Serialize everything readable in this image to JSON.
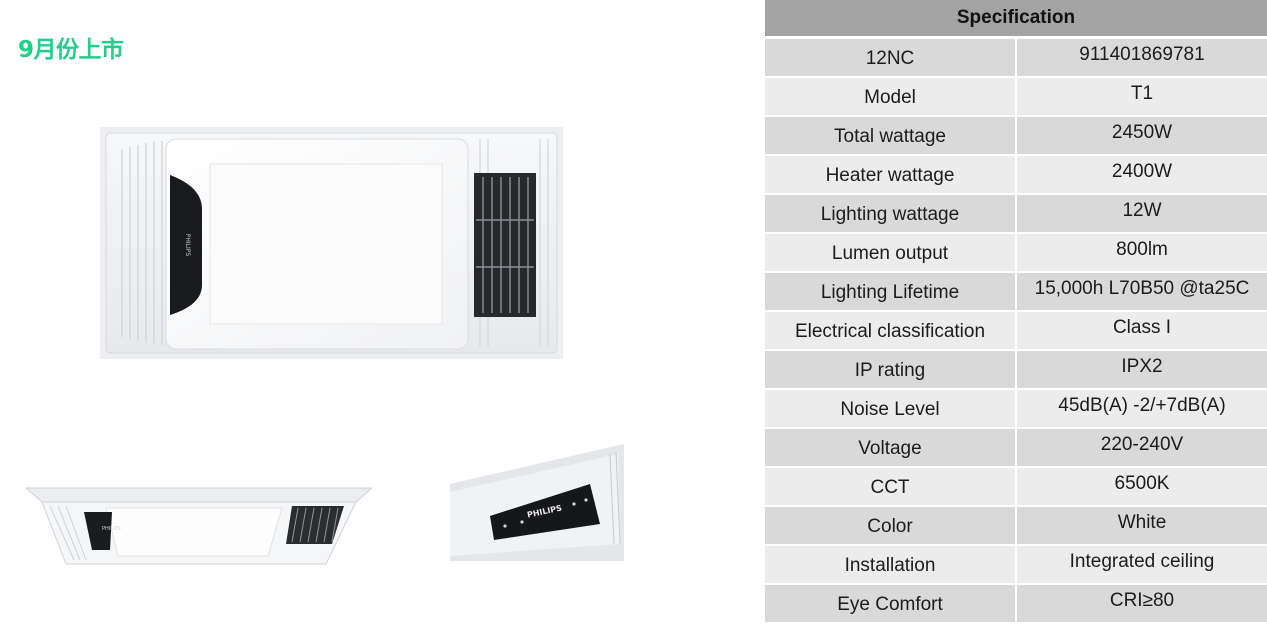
{
  "headline": "9月份上市",
  "images": {
    "brand": "PHILIPS"
  },
  "spec": {
    "title": "Specification",
    "rows": [
      {
        "label": "12NC",
        "value": "911401869781"
      },
      {
        "label": "Model",
        "value": "T1"
      },
      {
        "label": "Total wattage",
        "value": "2450W"
      },
      {
        "label": "Heater wattage",
        "value": "2400W"
      },
      {
        "label": "Lighting wattage",
        "value": "12W"
      },
      {
        "label": "Lumen output",
        "value": "800lm"
      },
      {
        "label": "Lighting Lifetime",
        "value": "15,000h L70B50 @ta25C"
      },
      {
        "label": "Electrical classification",
        "value": "Class I"
      },
      {
        "label": "IP rating",
        "value": "IPX2"
      },
      {
        "label": "Noise Level",
        "value": "45dB(A) -2/+7dB(A)"
      },
      {
        "label": "Voltage",
        "value": "220-240V"
      },
      {
        "label": "CCT",
        "value": "6500K"
      },
      {
        "label": "Color",
        "value": "White"
      },
      {
        "label": "Installation",
        "value": "Integrated ceiling"
      },
      {
        "label": "Eye Comfort",
        "value": "CRI≥80"
      }
    ]
  }
}
